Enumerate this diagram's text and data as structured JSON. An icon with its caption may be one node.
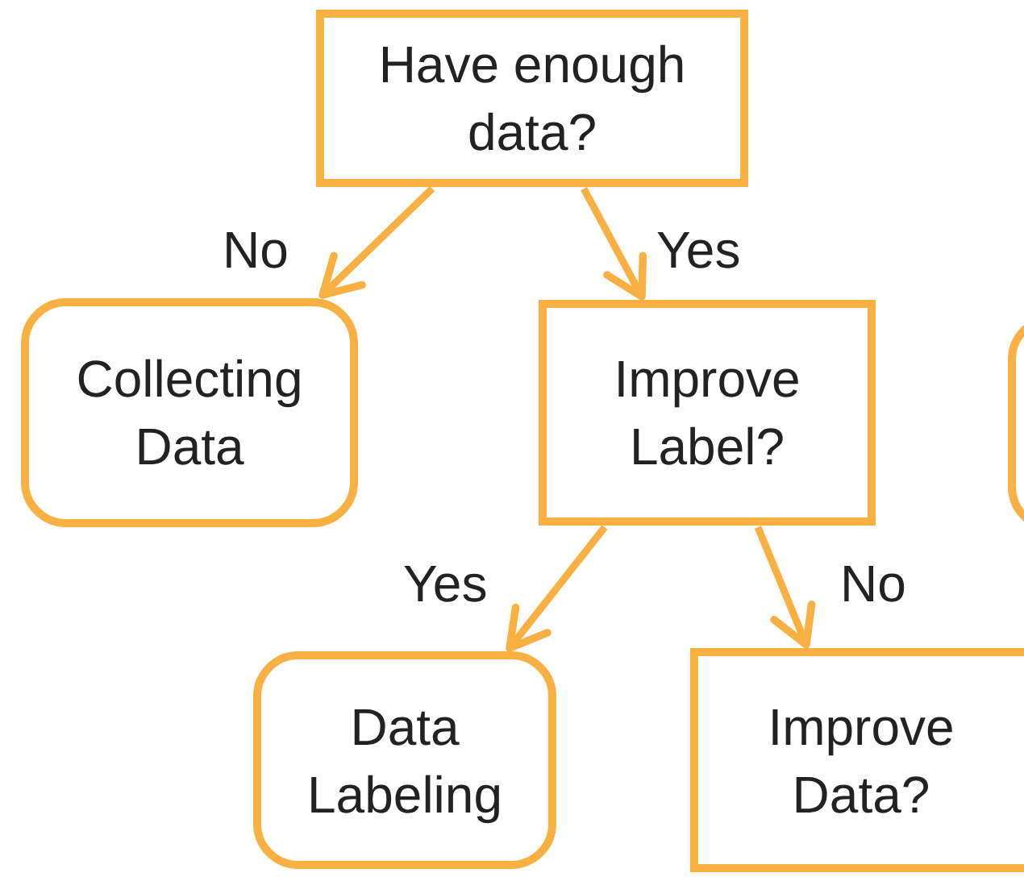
{
  "diagram": {
    "nodes": [
      {
        "text": [
          "Have enough data?"
        ]
      },
      {
        "text": [
          "Collecting Data"
        ]
      },
      {
        "text": [
          "Improve Label?"
        ]
      },
      {
        "text": [],
        "shape": "box"
      },
      {
        "text": [
          "Data Labeling"
        ]
      },
      {
        "text": [
          "Improve Data?"
        ]
      }
    ],
    "edges": [
      {
        "from": 0,
        "to": 1,
        "arrow": "to",
        "label": "No"
      },
      {
        "from": 0,
        "to": 2,
        "arrow": "to",
        "label": "Yes"
      },
      {
        "from": 2,
        "to": 4,
        "arrow": "to",
        "label": "Yes"
      },
      {
        "from": 2,
        "to": 5,
        "arrow": "to",
        "label": "No"
      }
    ]
  }
}
